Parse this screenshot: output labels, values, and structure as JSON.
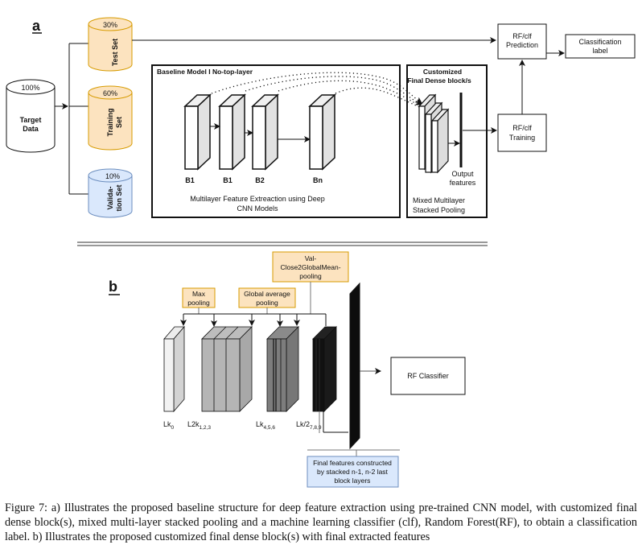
{
  "panel_a": {
    "label": "a",
    "target_data": {
      "percent": "100%",
      "line1": "Target",
      "line2": "Data"
    },
    "test_set": {
      "percent": "30%",
      "label": "Test Set"
    },
    "training_set": {
      "percent": "60%",
      "line1": "Training",
      "line2": "Set"
    },
    "validation_set": {
      "percent": "10%",
      "line1": "Valida-",
      "line2": "tion Set"
    },
    "baseline_box": {
      "title": "Baseline Model I No-top-layer",
      "blocks": [
        "B1",
        "B1",
        "B2",
        "Bn"
      ],
      "caption_line1": "Multilayer Feature Extreaction using Deep",
      "caption_line2": "CNN Models"
    },
    "custom_box": {
      "title_line1": "Customized",
      "title_line2": "Final Dense block/s",
      "output_line1": "Output",
      "output_line2": "features",
      "caption_line1": "Mixed Multilayer",
      "caption_line2": "Stacked Pooling"
    },
    "prediction": {
      "line1": "RF/clf",
      "line2": "Prediction"
    },
    "training": {
      "line1": "RF/clf",
      "line2": "Training"
    },
    "classification": {
      "line1": "Classification",
      "line2": "label"
    }
  },
  "panel_b": {
    "label": "b",
    "max_pooling": {
      "line1": "Max",
      "line2": "pooling"
    },
    "global_avg_pooling": {
      "line1": "Global average",
      "line2": "pooling"
    },
    "val_pooling": {
      "line1": "Val-",
      "line2": "Close2GlobalMean-",
      "line3": "pooling"
    },
    "layers": [
      {
        "base": "Lk",
        "sub": "0"
      },
      {
        "base": "L2k",
        "sub": "1,2,3"
      },
      {
        "base": "Lk",
        "sub": "4,5,6"
      },
      {
        "base": "Lk/2",
        "sub": "7,8,9"
      }
    ],
    "rf_classifier": "RF Classifier",
    "final_features": {
      "line1": "Final features constructed",
      "line2": "by stacked n-1, n-2 last",
      "line3": "block layers"
    }
  },
  "colors": {
    "orange_fill": "#fce3bf",
    "orange_stroke": "#d79b00",
    "blue_fill": "#dae8fc",
    "blue_stroke": "#6c8ebf"
  },
  "caption": "Figure 7: a) Illustrates the proposed baseline structure for deep feature extraction using pre-trained CNN model, with customized final dense block(s), mixed multi-layer stacked pooling and a machine learning classifier (clf), Random Forest(RF), to obtain a classification label. b) Illustrates the proposed customized final dense block(s) with final extracted features"
}
